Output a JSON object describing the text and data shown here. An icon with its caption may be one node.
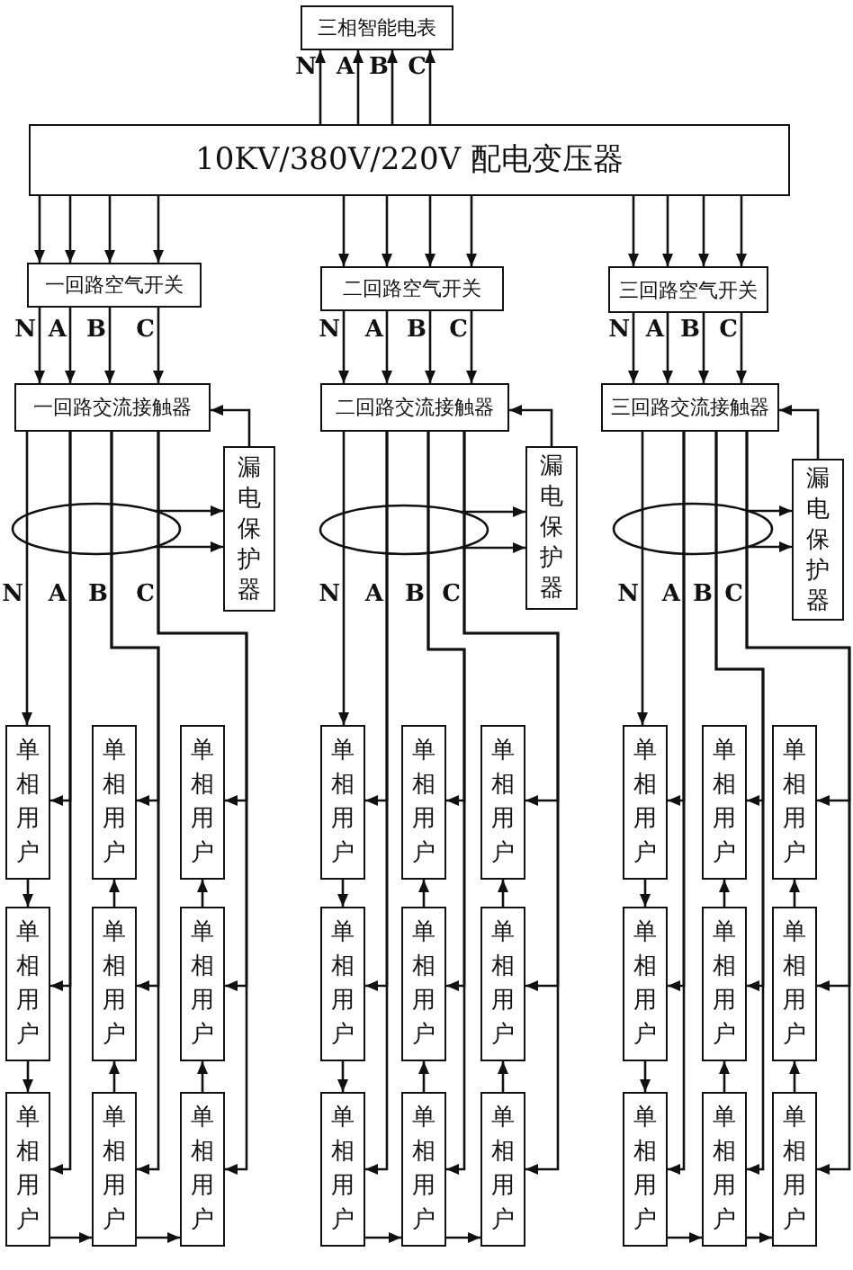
{
  "diagram": {
    "nodes": [
      {
        "text": [
          "三相智能电表"
        ]
      },
      {
        "text": [
          "10KV/380V/220V 配电变压器"
        ]
      },
      {
        "text": [
          "一回路空气开关"
        ]
      },
      {
        "text": [
          "一回路交流接触器"
        ]
      },
      {
        "text": [
          "漏电保护器"
        ]
      },
      {
        "text": [
          "单相用户"
        ]
      },
      {
        "text": [
          "单相用户"
        ]
      },
      {
        "text": [
          "单相用户"
        ]
      },
      {
        "text": [
          "单相用户"
        ]
      },
      {
        "text": [
          "单相用户"
        ]
      },
      {
        "text": [
          "单相用户"
        ]
      },
      {
        "text": [
          "单相用户"
        ]
      },
      {
        "text": [
          "单相用户"
        ]
      },
      {
        "text": [
          "单相用户"
        ]
      },
      {
        "text": [
          "二回路空气开关"
        ]
      },
      {
        "text": [
          "二回路交流接触器"
        ]
      },
      {
        "text": [
          "漏电保护器"
        ]
      },
      {
        "text": [
          "单相用户"
        ]
      },
      {
        "text": [
          "单相用户"
        ]
      },
      {
        "text": [
          "单相用户"
        ]
      },
      {
        "text": [
          "单相用户"
        ]
      },
      {
        "text": [
          "单相用户"
        ]
      },
      {
        "text": [
          "单相用户"
        ]
      },
      {
        "text": [
          "单相用户"
        ]
      },
      {
        "text": [
          "单相用户"
        ]
      },
      {
        "text": [
          "单相用户"
        ]
      },
      {
        "text": [
          "三回路空气开关"
        ]
      },
      {
        "text": [
          "三回路交流接触器"
        ]
      },
      {
        "text": [
          "漏电保护器"
        ]
      },
      {
        "text": [
          "单相用户"
        ]
      },
      {
        "text": [
          "单相用户"
        ]
      },
      {
        "text": [
          "单相用户"
        ]
      },
      {
        "text": [
          "单相用户"
        ]
      },
      {
        "text": [
          "单相用户"
        ]
      },
      {
        "text": [
          "单相用户"
        ]
      },
      {
        "text": [
          "单相用户"
        ]
      },
      {
        "text": [
          "单相用户"
        ]
      },
      {
        "text": [
          "单相用户"
        ]
      }
    ],
    "edges": [
      {
        "from": 1,
        "to": 0,
        "arrow": "to"
      },
      {
        "from": 1,
        "to": 0,
        "arrow": "to"
      },
      {
        "from": 1,
        "to": 0,
        "arrow": "to"
      },
      {
        "from": 1,
        "to": 0,
        "arrow": "to"
      },
      {
        "from": 1,
        "to": 2,
        "arrow": "to"
      },
      {
        "from": 1,
        "to": 2,
        "arrow": "to"
      },
      {
        "from": 1,
        "to": 2,
        "arrow": "to"
      },
      {
        "from": 1,
        "to": 2,
        "arrow": "to"
      },
      {
        "from": 2,
        "to": 3,
        "arrow": "to"
      },
      {
        "from": 2,
        "to": 3,
        "arrow": "to"
      },
      {
        "from": 2,
        "to": 3,
        "arrow": "to"
      },
      {
        "from": 2,
        "to": 3,
        "arrow": "to"
      },
      {
        "from": 4,
        "to": 3,
        "arrow": "to"
      },
      {
        "from": null,
        "to": 4,
        "arrow": "to"
      },
      {
        "from": null,
        "to": 4,
        "arrow": "to"
      },
      {
        "from": 3,
        "to": 5,
        "arrow": "to"
      },
      {
        "from": 3,
        "to": 5,
        "arrow": "to"
      },
      {
        "from": 3,
        "to": 8,
        "arrow": "to"
      },
      {
        "from": 3,
        "to": 11,
        "arrow": "to"
      },
      {
        "from": 3,
        "to": 6,
        "arrow": "to"
      },
      {
        "from": 3,
        "to": 9,
        "arrow": "to"
      },
      {
        "from": 3,
        "to": 12,
        "arrow": "to"
      },
      {
        "from": 3,
        "to": 7,
        "arrow": "to"
      },
      {
        "from": 3,
        "to": 10,
        "arrow": "to"
      },
      {
        "from": 3,
        "to": 13,
        "arrow": "to"
      },
      {
        "from": 5,
        "to": 8,
        "arrow": "to"
      },
      {
        "from": 8,
        "to": 11,
        "arrow": "to"
      },
      {
        "from": 11,
        "to": 12,
        "arrow": "to"
      },
      {
        "from": 12,
        "to": 9,
        "arrow": "to"
      },
      {
        "from": 9,
        "to": 6,
        "arrow": "to"
      },
      {
        "from": 12,
        "to": 13,
        "arrow": "to"
      },
      {
        "from": 13,
        "to": 10,
        "arrow": "to"
      },
      {
        "from": 10,
        "to": 7,
        "arrow": "to"
      },
      {
        "from": 1,
        "to": 14,
        "arrow": "to"
      },
      {
        "from": 1,
        "to": 14,
        "arrow": "to"
      },
      {
        "from": 1,
        "to": 14,
        "arrow": "to"
      },
      {
        "from": 1,
        "to": 14,
        "arrow": "to"
      },
      {
        "from": 14,
        "to": 15,
        "arrow": "to"
      },
      {
        "from": 14,
        "to": 15,
        "arrow": "to"
      },
      {
        "from": 14,
        "to": 15,
        "arrow": "to"
      },
      {
        "from": 14,
        "to": 15,
        "arrow": "to"
      },
      {
        "from": 16,
        "to": 15,
        "arrow": "to"
      },
      {
        "from": null,
        "to": 16,
        "arrow": "to"
      },
      {
        "from": null,
        "to": 16,
        "arrow": "to"
      },
      {
        "from": 15,
        "to": 17,
        "arrow": "to"
      },
      {
        "from": 15,
        "to": 17,
        "arrow": "to"
      },
      {
        "from": 15,
        "to": 20,
        "arrow": "to"
      },
      {
        "from": 15,
        "to": 23,
        "arrow": "to"
      },
      {
        "from": 15,
        "to": 18,
        "arrow": "to"
      },
      {
        "from": 15,
        "to": 21,
        "arrow": "to"
      },
      {
        "from": 15,
        "to": 24,
        "arrow": "to"
      },
      {
        "from": 15,
        "to": 19,
        "arrow": "to"
      },
      {
        "from": 15,
        "to": 22,
        "arrow": "to"
      },
      {
        "from": 15,
        "to": 25,
        "arrow": "to"
      },
      {
        "from": 17,
        "to": 20,
        "arrow": "to"
      },
      {
        "from": 20,
        "to": 23,
        "arrow": "to"
      },
      {
        "from": 23,
        "to": 24,
        "arrow": "to"
      },
      {
        "from": 24,
        "to": 21,
        "arrow": "to"
      },
      {
        "from": 21,
        "to": 18,
        "arrow": "to"
      },
      {
        "from": 24,
        "to": 25,
        "arrow": "to"
      },
      {
        "from": 25,
        "to": 22,
        "arrow": "to"
      },
      {
        "from": 22,
        "to": 19,
        "arrow": "to"
      },
      {
        "from": 1,
        "to": 26,
        "arrow": "to"
      },
      {
        "from": 1,
        "to": 26,
        "arrow": "to"
      },
      {
        "from": 1,
        "to": 26,
        "arrow": "to"
      },
      {
        "from": 1,
        "to": 26,
        "arrow": "to"
      },
      {
        "from": 26,
        "to": 27,
        "arrow": "to"
      },
      {
        "from": 26,
        "to": 27,
        "arrow": "to"
      },
      {
        "from": 26,
        "to": 27,
        "arrow": "to"
      },
      {
        "from": 26,
        "to": 27,
        "arrow": "to"
      },
      {
        "from": 28,
        "to": 27,
        "arrow": "to"
      },
      {
        "from": null,
        "to": 28,
        "arrow": "to"
      },
      {
        "from": null,
        "to": 28,
        "arrow": "to"
      },
      {
        "from": 27,
        "to": 29,
        "arrow": "to"
      },
      {
        "from": 27,
        "to": 29,
        "arrow": "to"
      },
      {
        "from": 27,
        "to": 32,
        "arrow": "to"
      },
      {
        "from": 27,
        "to": 35,
        "arrow": "to"
      },
      {
        "from": 27,
        "to": 30,
        "arrow": "to"
      },
      {
        "from": 27,
        "to": 33,
        "arrow": "to"
      },
      {
        "from": 27,
        "to": 36,
        "arrow": "to"
      },
      {
        "from": 27,
        "to": 31,
        "arrow": "to"
      },
      {
        "from": 27,
        "to": 34,
        "arrow": "to"
      },
      {
        "from": 27,
        "to": 37,
        "arrow": "to"
      },
      {
        "from": 29,
        "to": 32,
        "arrow": "to"
      },
      {
        "from": 32,
        "to": 35,
        "arrow": "to"
      },
      {
        "from": 35,
        "to": 36,
        "arrow": "to"
      },
      {
        "from": 36,
        "to": 33,
        "arrow": "to"
      },
      {
        "from": 33,
        "to": 30,
        "arrow": "to"
      },
      {
        "from": 36,
        "to": 37,
        "arrow": "to"
      },
      {
        "from": 37,
        "to": 34,
        "arrow": "to"
      },
      {
        "from": 34,
        "to": 31,
        "arrow": "to"
      }
    ],
    "labels": [
      "N",
      "A",
      "B",
      "C",
      "N",
      "A",
      "B",
      "C",
      "N",
      "A",
      "B",
      "C",
      "N",
      "A",
      "B",
      "C",
      "N",
      "A",
      "B",
      "C",
      "N",
      "A",
      "B",
      "C",
      "N",
      "A",
      "B",
      "C"
    ]
  }
}
